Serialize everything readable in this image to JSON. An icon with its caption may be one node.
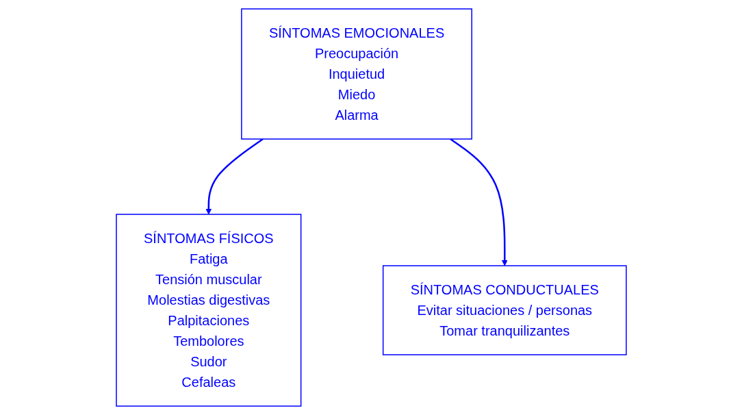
{
  "diagram": {
    "nodes": [
      {
        "text": [
          "SÍNTOMAS EMOCIONALES",
          "Preocupación",
          "Inquietud",
          "Miedo",
          "Alarma"
        ]
      },
      {
        "text": [
          "SÍNTOMAS FÍSICOS",
          "Fatiga",
          "Tensión muscular",
          "Molestias digestivas",
          "Palpitaciones",
          "Tembolores",
          "Sudor",
          "Cefaleas"
        ]
      },
      {
        "text": [
          "SÍNTOMAS CONDUCTUALES",
          "Evitar situaciones / personas",
          "Tomar tranquilizantes"
        ]
      }
    ],
    "edges": [
      {
        "from": 0,
        "to": 1,
        "arrow": "to"
      },
      {
        "from": 0,
        "to": 2,
        "arrow": "to"
      }
    ]
  }
}
